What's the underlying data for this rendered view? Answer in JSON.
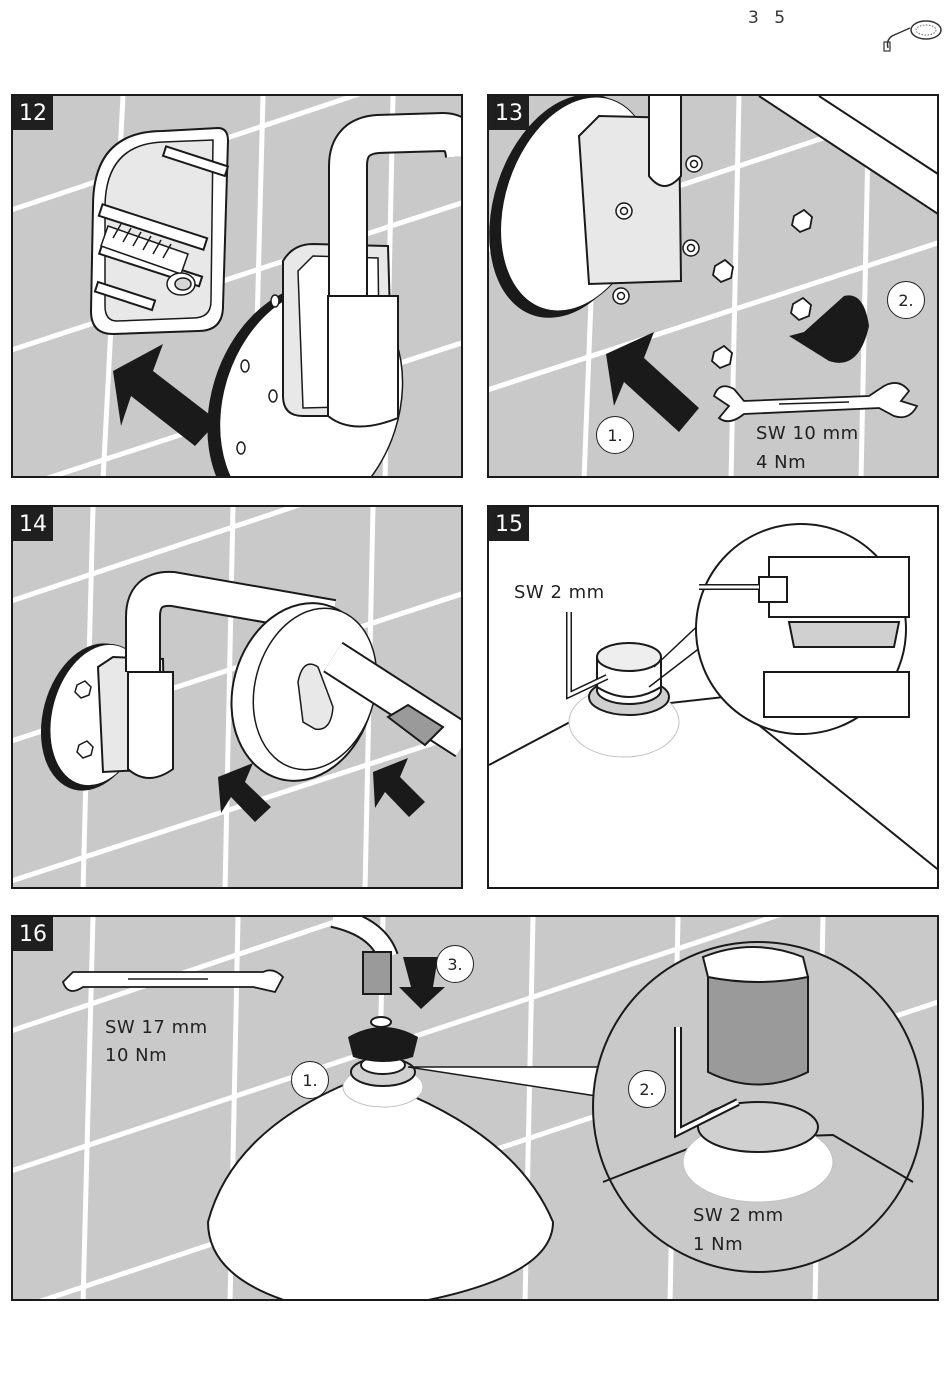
{
  "page": {
    "number": "3 5"
  },
  "icons": {
    "product": "shower-head-icon",
    "wrench": "wrench-icon",
    "allen_key": "allen-key-icon",
    "arrow": "push-arrow-icon",
    "rotate": "rotate-arrow-icon"
  },
  "colors": {
    "tile": "#c9c9c9",
    "grout": "#ffffff",
    "line": "#1a1a1a",
    "badge": "#1f1f1f"
  },
  "steps": [
    {
      "number": "12"
    },
    {
      "number": "13",
      "markers": [
        "1.",
        "2."
      ],
      "tool": "SW 10 mm",
      "torque": "4 Nm"
    },
    {
      "number": "14"
    },
    {
      "number": "15",
      "tool": "SW 2 mm"
    },
    {
      "number": "16",
      "markers": [
        "1.",
        "2.",
        "3."
      ],
      "tool_a": "SW 17 mm",
      "torque_a": "10 Nm",
      "tool_b": "SW 2 mm",
      "torque_b": "1 Nm"
    }
  ]
}
